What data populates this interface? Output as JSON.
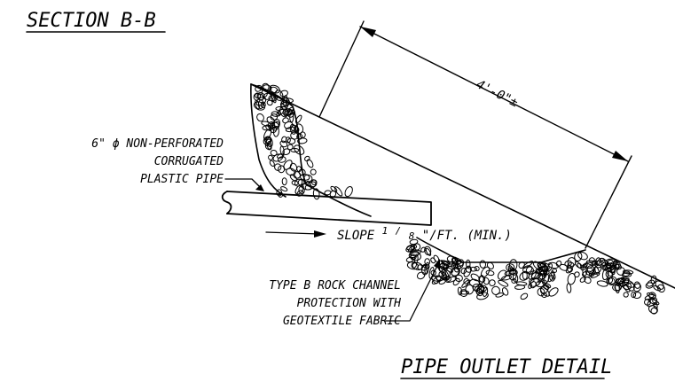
{
  "section_title": "SECTION B-B",
  "detail_title": "PIPE OUTLET DETAIL",
  "dimension_label": "4'-0\"±",
  "pipe_callout": {
    "line1": "6\" ϕ NON-PERFORATED",
    "line2": "CORRUGATED",
    "line3": "PLASTIC PIPE"
  },
  "slope_callout": {
    "prefix": "SLOPE ",
    "fraction_num": "1",
    "fraction_den": "8",
    "suffix": "\"/FT. (MIN.)"
  },
  "rock_callout": {
    "line1": "TYPE B ROCK CHANNEL",
    "line2": "PROTECTION WITH",
    "line3": "GEOTEXTILE FABRIC"
  }
}
